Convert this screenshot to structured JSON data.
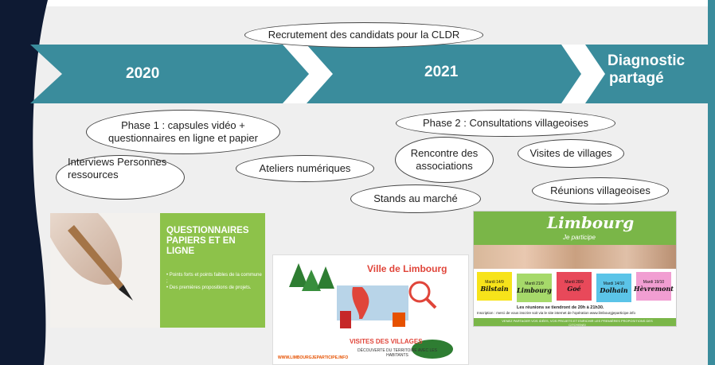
{
  "timeline": {
    "year_2020": "2020",
    "year_2021": "2021",
    "diagnostic_line1": "Diagnostic",
    "diagnostic_line2": "partagé"
  },
  "bubbles": {
    "recruitment": "Recrutement des candidats pour la CLDR",
    "phase1_line1": "Phase 1 : capsules vidéo +",
    "phase1_line2": "questionnaires en ligne et papier",
    "interviews_line1": "Interviews Personnes",
    "interviews_line2": "ressources",
    "ateliers": "Ateliers numériques",
    "phase2": "Phase 2 : Consultations villageoises",
    "rencontre_line1": "Rencontre des",
    "rencontre_line2": "associations",
    "visites": "Visites de villages",
    "stands": "Stands au marché",
    "reunions": "Réunions villageoises"
  },
  "thumb_questionnaire": {
    "title_line1": "QUESTIONNAIRES",
    "title_line2": "PAPIERS ET EN LIGNE",
    "bullet1": "• Points forts et points faibles de la commune ;",
    "bullet2": "• Des premières propositions de projets."
  },
  "thumb_visites": {
    "title": "Ville de Limbourg",
    "subtitle": "VISITES DES VILLAGES",
    "footer": "DÉCOUVERTE DU TERRITOIRE AVEC LES HABITANTS",
    "url": "WWW.LIMBOURGJEPARTICIPE.INFO"
  },
  "thumb_reunions": {
    "title": "Limbourg",
    "tagline": "Je participe",
    "villages": [
      "Bilstain",
      "Limbourg",
      "Goé",
      "Dolhain",
      "Hèvremont"
    ],
    "dates": [
      "Mardi 14/9",
      "Mardi 21/9",
      "Mardi 28/9",
      "Mardi 14/10",
      "Mardi 19/10"
    ],
    "note": "Les réunions se tiendront de 20h à 21h30.",
    "inscription": "Inscription : merci de vous inscrire soit via le site internet de l'opération www.limbourgjeparticipe.info",
    "footer": "VENEZ PARTAGER VOS IDÉES, VOS PROJETS ET ENRICHIR LES PREMIÈRES PROPOSITIONS DES CITOYENS!"
  },
  "colors": {
    "arrow": "#3a8c9c",
    "dark_bar": "#0e1a33",
    "bg": "#eeeeee",
    "questionnaire_green": "#8dc24a",
    "reunions_green": "#7ab648"
  }
}
